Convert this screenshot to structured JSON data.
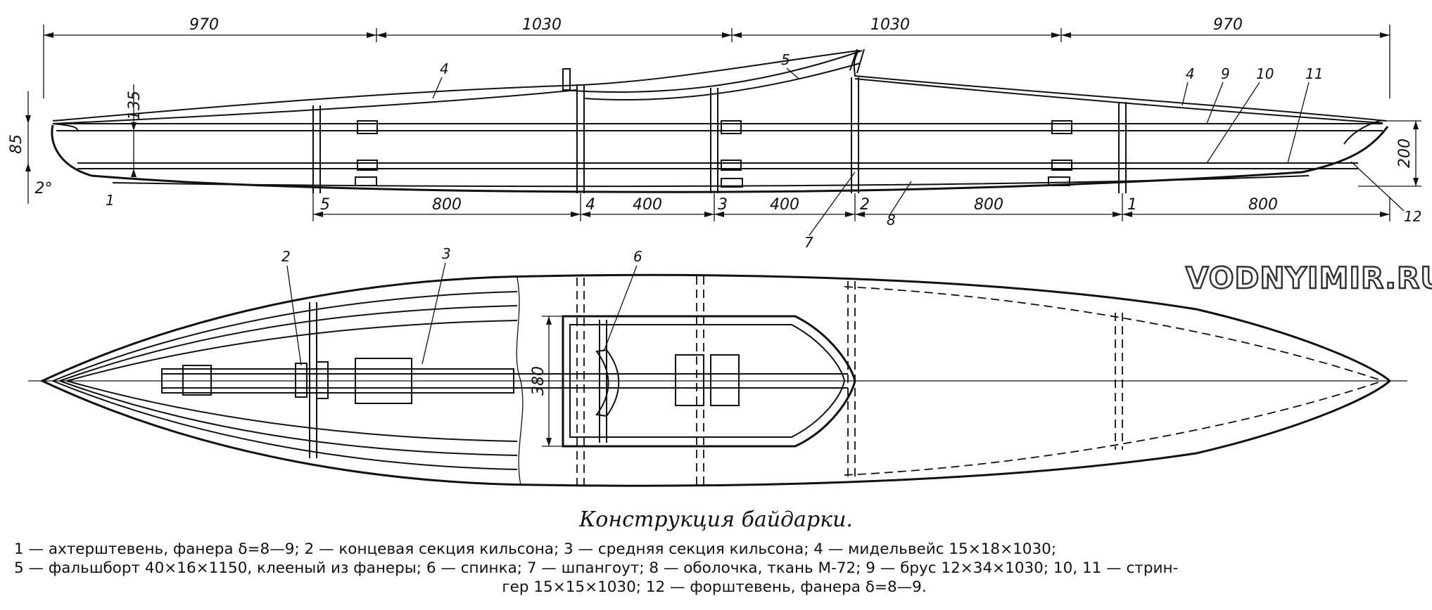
{
  "watermark": "VODNYIMIR.RU",
  "caption": "Конструкция байдарки.",
  "legend_lines": [
    "1 — ахтерштевень, фанера δ=8—9; 2 — концевая секция кильсона; 3 — средняя секция кильсона; 4 — мидельвейс 15×18×1030;",
    "5 — фальшборт 40×16×1150, клееный из фанеры; 6 — спинка; 7 — шпангоут; 8 — оболочка, ткань М-72; 9 — брус 12×34×1030; 10, 11 — стрин-",
    "гер 15×15×1030; 12 — форштевень, фанера δ=8—9."
  ],
  "side_view": {
    "top_dimensions": [
      "970",
      "1030",
      "1030",
      "970"
    ],
    "bottom_dimensions": [
      "800",
      "400",
      "400",
      "800",
      "800"
    ],
    "frame_numbers": [
      "5",
      "4",
      "3",
      "2",
      "1"
    ],
    "height_dimensions": {
      "h135": "135",
      "h85": "85",
      "h200": "200",
      "angle": "2°"
    },
    "part_labels": [
      "4",
      "5",
      "4",
      "9",
      "10",
      "11",
      "12",
      "7",
      "8",
      "1"
    ]
  },
  "plan_view": {
    "width_dimension": "380",
    "part_labels": [
      "2",
      "3",
      "6"
    ]
  }
}
